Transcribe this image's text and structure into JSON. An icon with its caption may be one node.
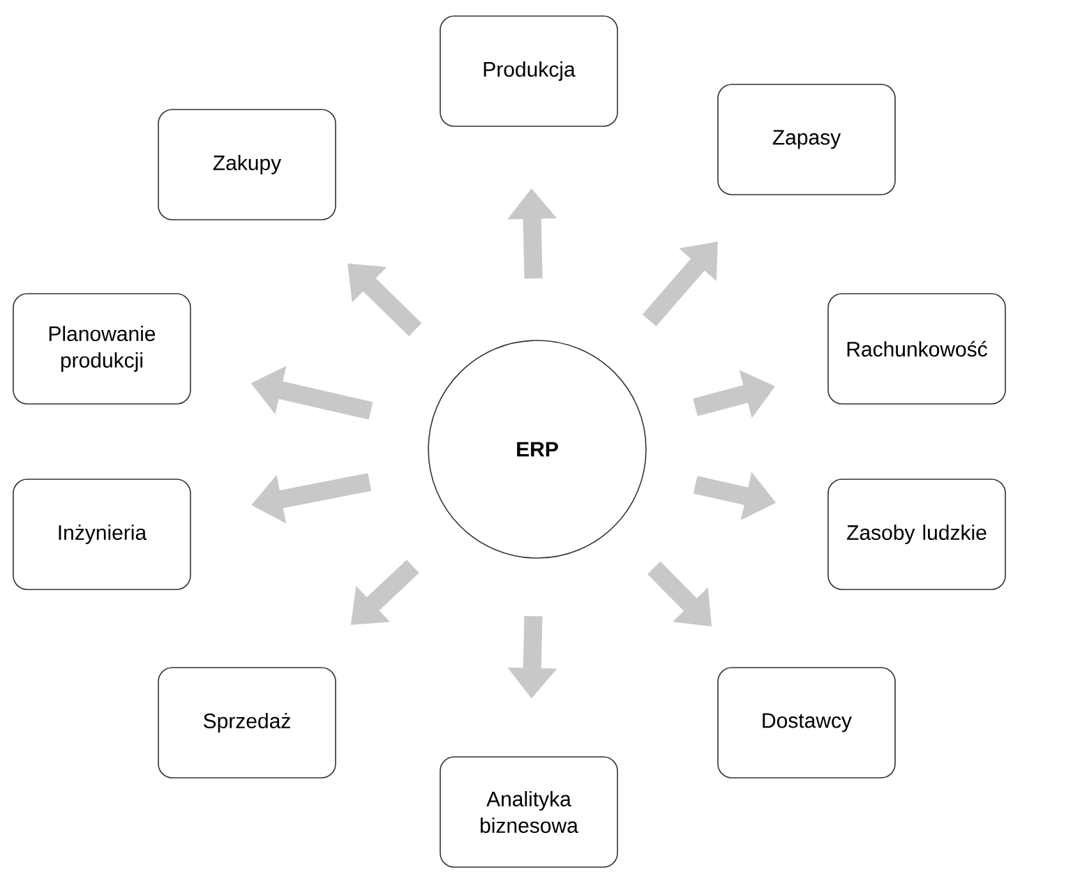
{
  "diagram": {
    "nodes": [
      {
        "text": [
          "ERP"
        ]
      },
      {
        "text": [
          "Produkcja"
        ]
      },
      {
        "text": [
          "Zapasy"
        ]
      },
      {
        "text": [
          "Rachunkowość"
        ]
      },
      {
        "text": [
          "Zasoby ludzkie"
        ]
      },
      {
        "text": [
          "Dostawcy"
        ]
      },
      {
        "text": [
          "Analityka biznesowa"
        ]
      },
      {
        "text": [
          "Sprzedaż"
        ]
      },
      {
        "text": [
          "Inżynieria"
        ]
      },
      {
        "text": [
          "Planowanie produkcji"
        ]
      },
      {
        "text": [
          "Zakupy"
        ]
      }
    ],
    "edges": [
      {
        "from": 0,
        "to": 1,
        "arrow": "to"
      },
      {
        "from": 0,
        "to": 2,
        "arrow": "to"
      },
      {
        "from": 0,
        "to": 3,
        "arrow": "to"
      },
      {
        "from": 0,
        "to": 4,
        "arrow": "to"
      },
      {
        "from": 0,
        "to": 5,
        "arrow": "to"
      },
      {
        "from": 0,
        "to": 6,
        "arrow": "to"
      },
      {
        "from": 0,
        "to": 7,
        "arrow": "to"
      },
      {
        "from": 0,
        "to": 8,
        "arrow": "to"
      },
      {
        "from": 0,
        "to": 9,
        "arrow": "to"
      },
      {
        "from": 0,
        "to": 10,
        "arrow": "to"
      }
    ]
  }
}
